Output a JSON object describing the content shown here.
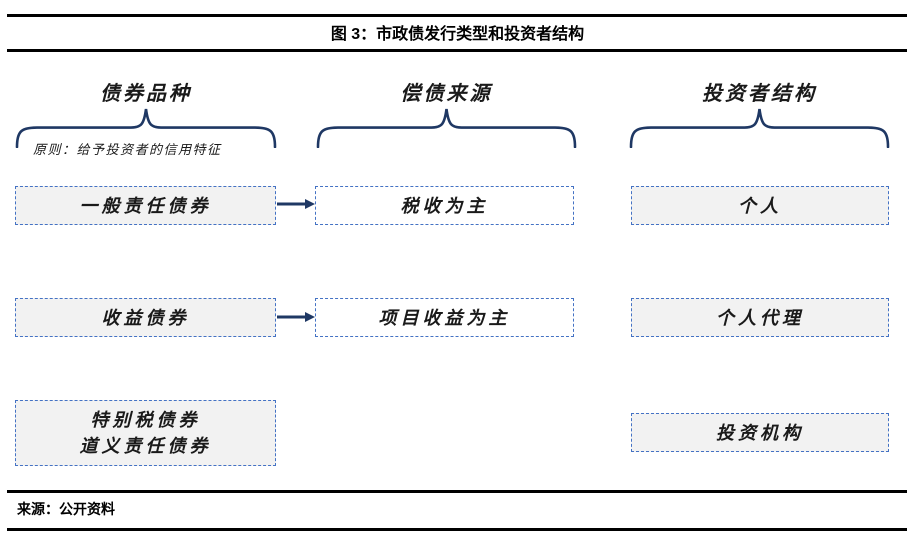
{
  "figure": {
    "title": "图 3：市政债发行类型和投资者结构",
    "source": "来源：公开资料"
  },
  "columns": [
    {
      "header": "债券品种",
      "note": "原则：给予投资者的信用特征",
      "boxes": [
        {
          "label": "一般责任债券"
        },
        {
          "label": "收益债券"
        },
        {
          "lines": [
            "特别税债券",
            "道义责任债券"
          ]
        }
      ]
    },
    {
      "header": "偿债来源",
      "boxes": [
        {
          "label": "税收为主"
        },
        {
          "label": "项目收益为主"
        }
      ]
    },
    {
      "header": "投资者结构",
      "boxes": [
        {
          "label": "个人"
        },
        {
          "label": "个人代理"
        },
        {
          "label": "投资机构"
        }
      ]
    }
  ],
  "relations": [
    {
      "from": "一般责任债券",
      "to": "税收为主"
    },
    {
      "from": "收益债券",
      "to": "项目收益为主"
    }
  ],
  "colors": {
    "brace": "#1F3864",
    "arrow": "#1F3864",
    "box_border": "#4472C4",
    "box_fill_gray": "#F2F2F2",
    "box_fill_white": "#FFFFFF",
    "rule": "#000000"
  }
}
